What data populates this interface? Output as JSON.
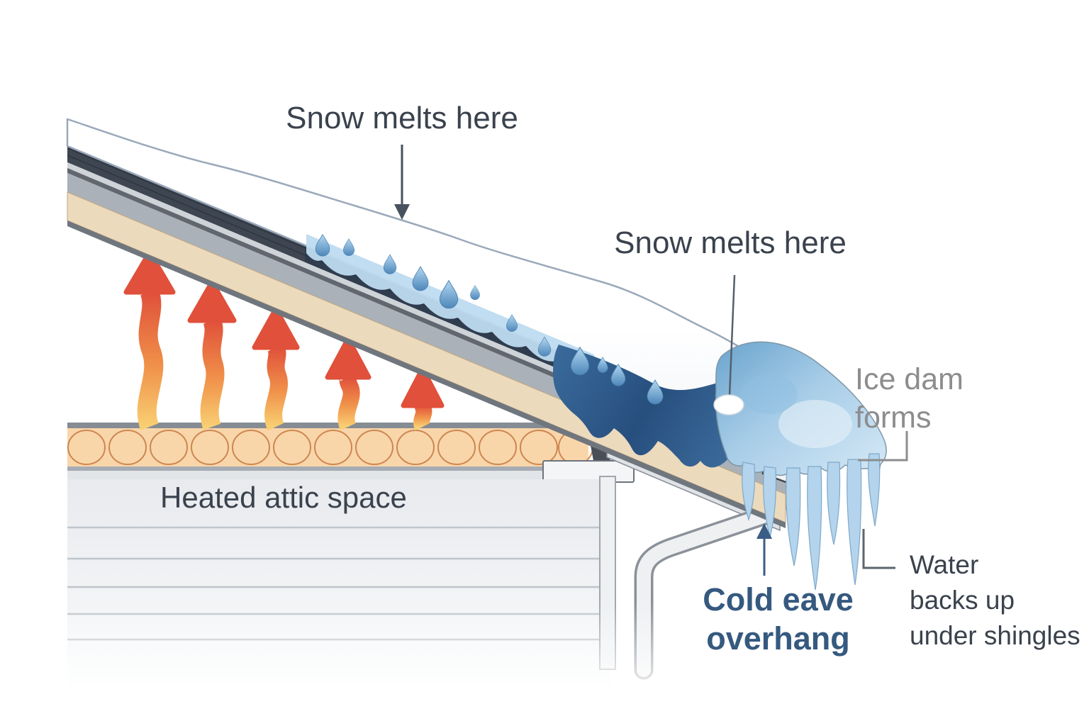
{
  "figure": {
    "type": "illustrated-diagram",
    "subject": "Ice dam formation on a roof eave in winter"
  },
  "labels": {
    "snow_melts_upper": "Snow melts here",
    "snow_melts_lower": "Snow melts here",
    "ice_dam_line1": "Ice dam",
    "ice_dam_line2": "forms",
    "water_line1": "Water",
    "water_line2": "backs up",
    "water_line3": "under shingles",
    "cold_eave_line1": "Cold eave",
    "cold_eave_line2": "overhang",
    "heated_attic": "Heated attic space"
  },
  "colors": {
    "label_dark": "#3a424d",
    "label_gray": "#8d8d8f",
    "label_blue": "#35597f",
    "heat_arrow_warm": "#f7c76a",
    "heat_arrow_hot": "#e0503a",
    "meltwater_blue": "#2d5e91",
    "ice_blue": "#a9cfe9",
    "insulation_tan": "#f9d6aa",
    "shingle_dark": "#3e4651",
    "snow_white": "#ffffff"
  }
}
